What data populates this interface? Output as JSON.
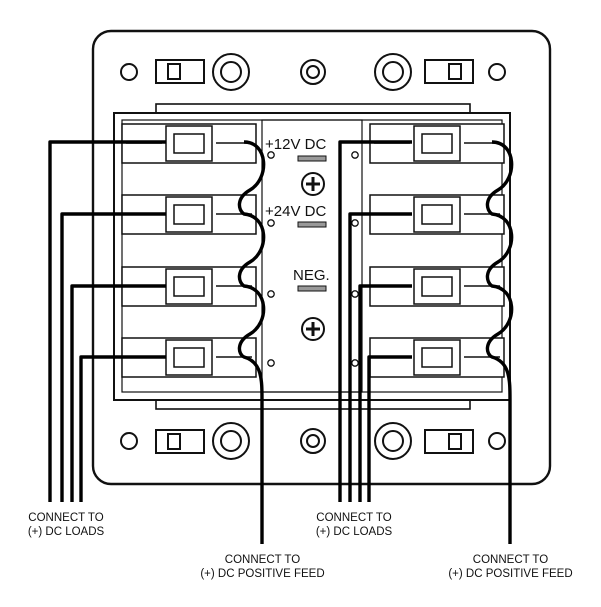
{
  "panel": {
    "label_12v": "+12V DC",
    "label_24v": "+24V DC",
    "label_neg": "NEG."
  },
  "callouts": {
    "left_loads": [
      "CONNECT TO",
      "(+) DC LOADS"
    ],
    "right_loads": [
      "CONNECT TO",
      "(+) DC LOADS"
    ],
    "left_feed": [
      "CONNECT TO",
      "(+) DC POSITIVE FEED"
    ],
    "right_feed": [
      "CONNECT TO",
      "(+) DC POSITIVE FEED"
    ]
  },
  "icons": [
    "mounting-hole-icon",
    "screw-icon",
    "fuse-icon",
    "wire-icon"
  ]
}
